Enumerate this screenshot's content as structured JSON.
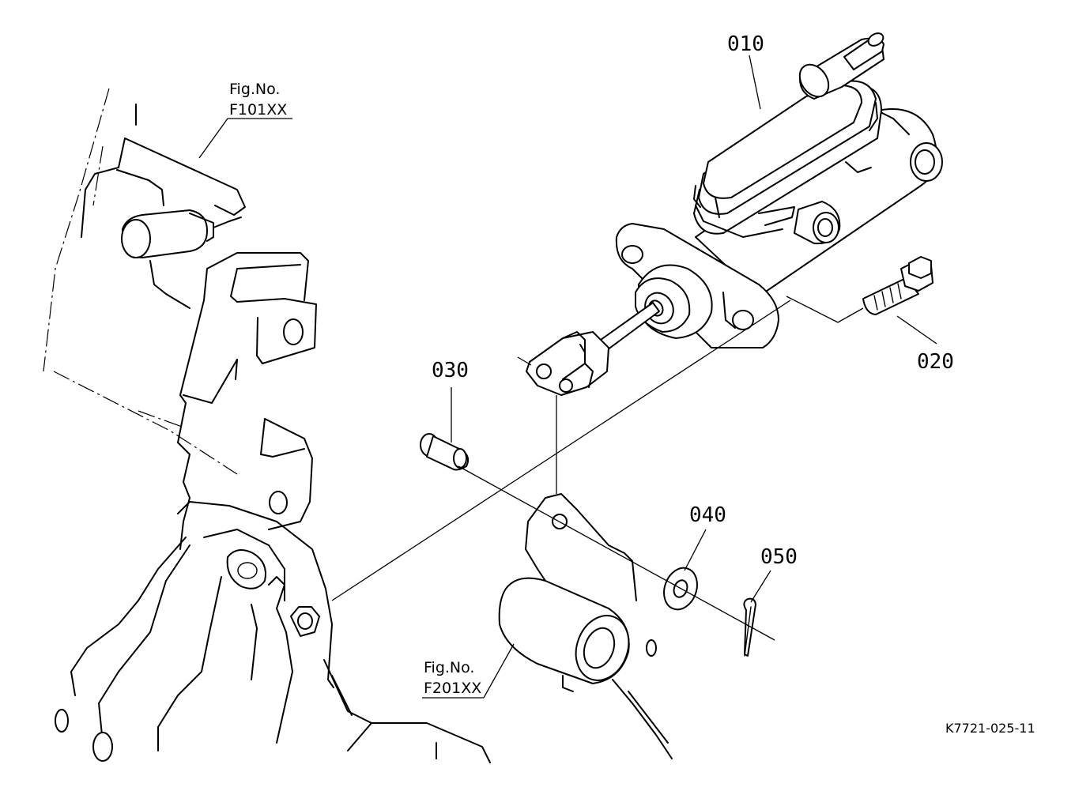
{
  "diagram": {
    "callouts": [
      {
        "id": "010",
        "label": "010"
      },
      {
        "id": "020",
        "label": "020"
      },
      {
        "id": "030",
        "label": "030"
      },
      {
        "id": "040",
        "label": "040"
      },
      {
        "id": "050",
        "label": "050"
      }
    ],
    "figure_refs": [
      {
        "line1": "Fig.No.",
        "line2": "F101XX"
      },
      {
        "line1": "Fig.No.",
        "line2": "F201XX"
      }
    ],
    "drawing_code": "K7721-025-11"
  }
}
